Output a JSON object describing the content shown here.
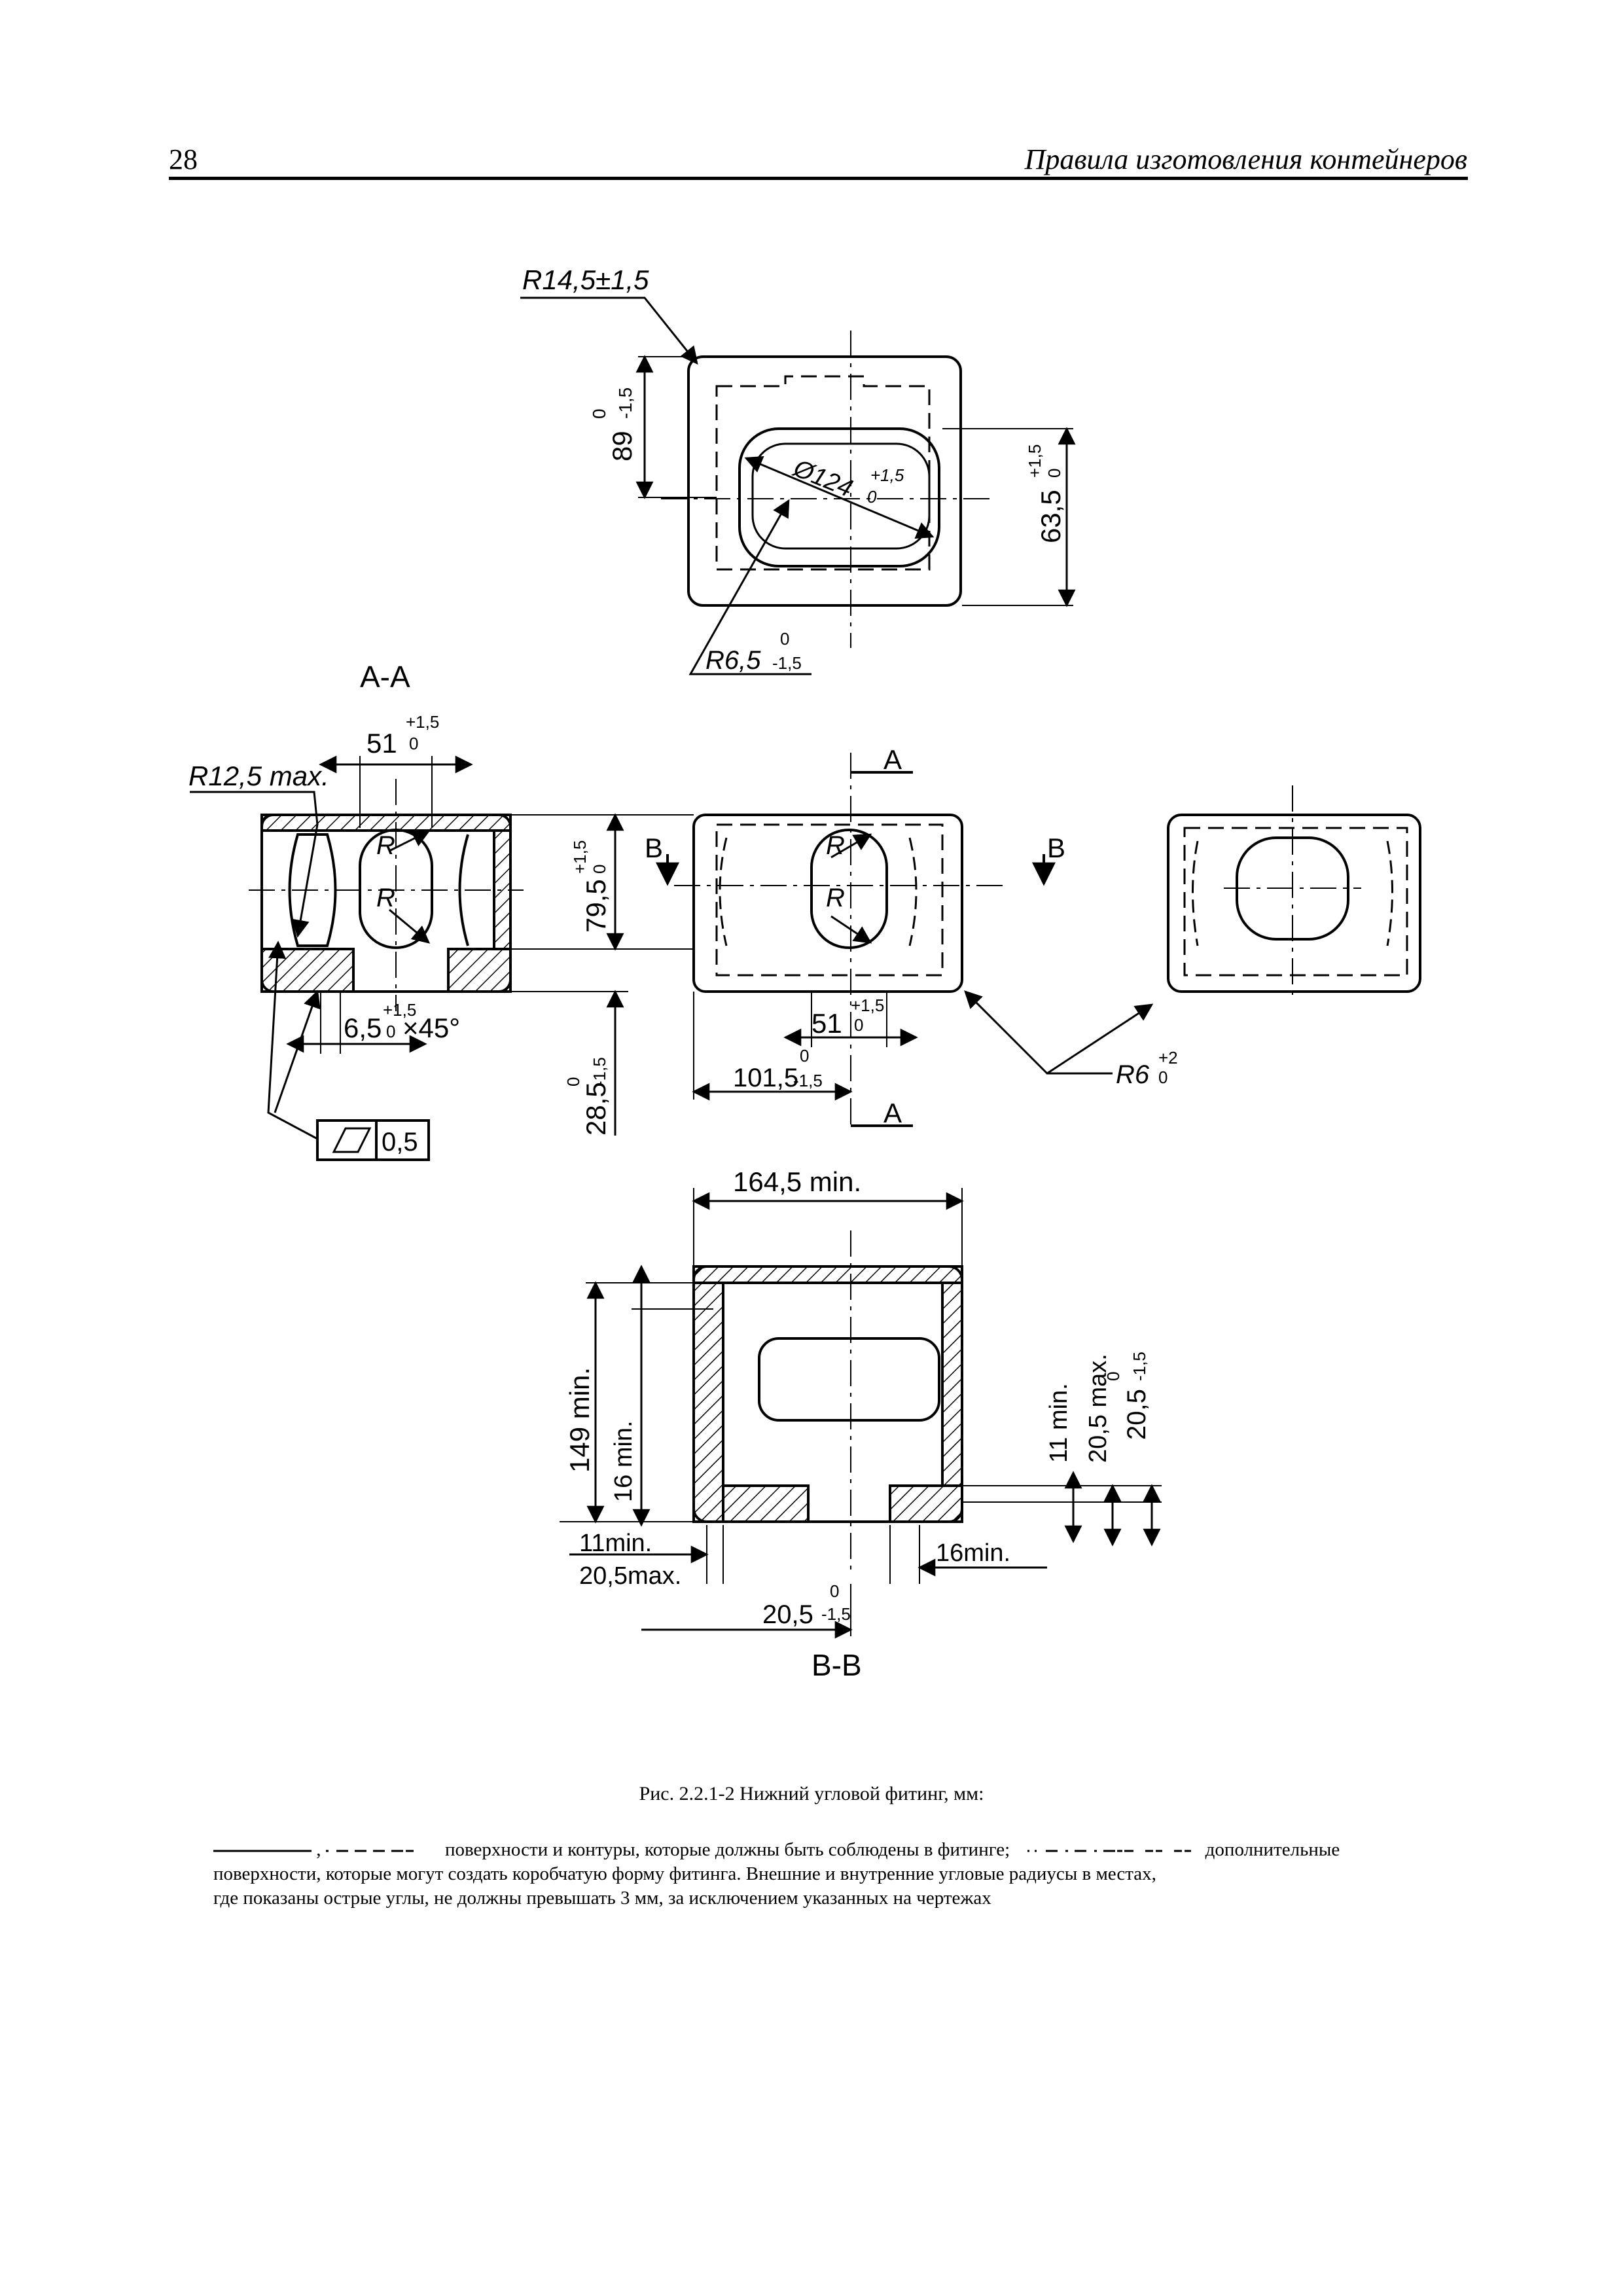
{
  "header": {
    "page_number": "28",
    "running_title": "Правила изготовления контейнеров"
  },
  "drawing": {
    "plan_view": {
      "outer_radius": "R14,5±1,5",
      "height_dim": "89",
      "height_tol_upper": "0",
      "height_tol_lower": "-1,5",
      "slot_diameter": "Ø124",
      "slot_tol_upper": "+1,5",
      "slot_tol_lower": "0",
      "slot_radius": "R6,5",
      "slot_radius_tol_upper": "0",
      "slot_radius_tol_lower": "-1,5",
      "slot_offset": "63,5",
      "slot_offset_tol_upper": "+1,5",
      "slot_offset_tol_lower": "0"
    },
    "section_aa": {
      "title": "A-A",
      "radius_max": "R12,5 max.",
      "width": "51",
      "width_tol_upper": "+1,5",
      "width_tol_lower": "0",
      "radius_label": "R",
      "chamfer": "6,5",
      "chamfer_tol_upper": "+1,5",
      "chamfer_tol_lower": "0",
      "chamfer_angle": "×45°",
      "height": "79,5",
      "height_tol_upper": "+1,5",
      "height_tol_lower": "0",
      "base": "28,5",
      "base_tol_upper": "0",
      "base_tol_lower": "-1,5",
      "flatness_value": "0,5"
    },
    "front_view": {
      "cut_a": "A",
      "cut_b": "B",
      "radius_label": "R",
      "width": "51",
      "width_tol_upper": "+1,5",
      "width_tol_lower": "0",
      "offset": "101,5",
      "offset_tol_upper": "0",
      "offset_tol_lower": "-1,5",
      "corner_radius": "R6",
      "corner_radius_tol_upper": "+2",
      "corner_radius_tol_lower": "0"
    },
    "section_bb": {
      "title": "B-B",
      "width_min": "164,5 min.",
      "height_min": "149 min.",
      "wall_min": "16 min.",
      "rib_min": "11 min.",
      "rib_max": "20,5 max.",
      "rib_dim": "20,5",
      "rib_tol_upper": "0",
      "rib_tol_lower": "-1,5",
      "bottom_rib_min": "11min.",
      "bottom_rib_max": "20,5max.",
      "bottom_wall_min": "16min.",
      "bottom_dim": "20,5",
      "bottom_tol_upper": "0",
      "bottom_tol_lower": "-1,5"
    }
  },
  "caption": {
    "text": "Рис. 2.2.1-2 Нижний угловой фитинг, мм:"
  },
  "legend": {
    "sep": ",",
    "part1": "поверхности и контуры, которые должны быть соблюдены в фитинге;",
    "part2": "дополнительные",
    "part3": "поверхности, которые могут создать коробчатую форму фитинга. Внешние и внутренние угловые радиусы в местах,",
    "part4": "где показаны острые углы, не должны превышать 3 мм, за исключением указанных на чертежах"
  }
}
